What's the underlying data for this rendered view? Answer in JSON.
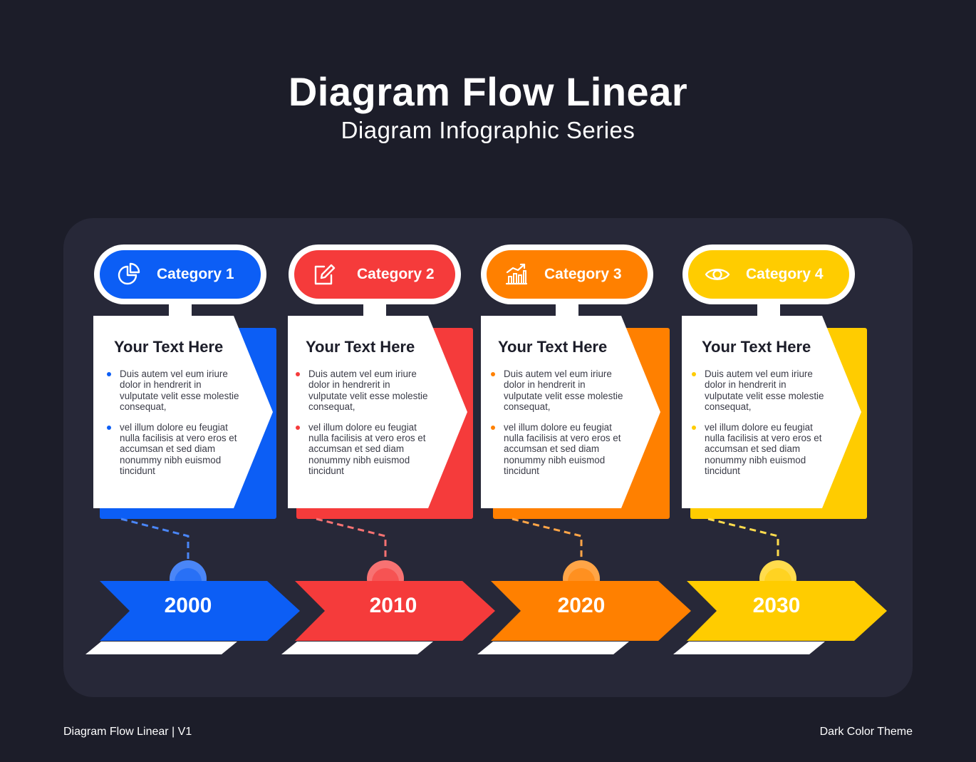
{
  "header": {
    "title": "Diagram Flow Linear",
    "subtitle": "Diagram Infographic Series"
  },
  "columns": [
    {
      "category": "Category 1",
      "icon": "pie-chart-icon",
      "color": "#0c5ef5",
      "light": "#4a86f7",
      "card_title": "Your Text Here",
      "bullets": [
        "Duis autem vel eum iriure dolor in hendrerit in vulputate velit esse molestie consequat,",
        "vel illum dolore eu feugiat nulla facilisis at vero eros et accumsan et sed diam nonummy nibh euismod tincidunt"
      ],
      "year": "2000"
    },
    {
      "category": "Category 2",
      "icon": "edit-icon",
      "color": "#f53b3b",
      "light": "#f77272",
      "card_title": "Your Text Here",
      "bullets": [
        "Duis autem vel eum iriure dolor in hendrerit in vulputate velit esse molestie consequat,",
        "vel illum dolore eu feugiat nulla facilisis at vero eros et accumsan et sed diam nonummy nibh euismod tincidunt"
      ],
      "year": "2010"
    },
    {
      "category": "Category 3",
      "icon": "bar-chart-icon",
      "color": "#ff8000",
      "light": "#ffa547",
      "card_title": "Your Text Here",
      "bullets": [
        "Duis autem vel eum iriure dolor in hendrerit in vulputate velit esse molestie consequat,",
        "vel illum dolore eu feugiat nulla facilisis at vero eros et accumsan et sed diam nonummy nibh euismod tincidunt"
      ],
      "year": "2020"
    },
    {
      "category": "Category 4",
      "icon": "eye-icon",
      "color": "#ffcc00",
      "light": "#ffdc4d",
      "card_title": "Your Text Here",
      "bullets": [
        "Duis autem vel eum iriure dolor in hendrerit in vulputate velit esse molestie consequat,",
        "vel illum dolore eu feugiat nulla facilisis at vero eros et accumsan et sed diam nonummy nibh euismod tincidunt"
      ],
      "year": "2030"
    }
  ],
  "footer": {
    "left": "Diagram Flow Linear | V1",
    "right": "Dark Color Theme"
  }
}
